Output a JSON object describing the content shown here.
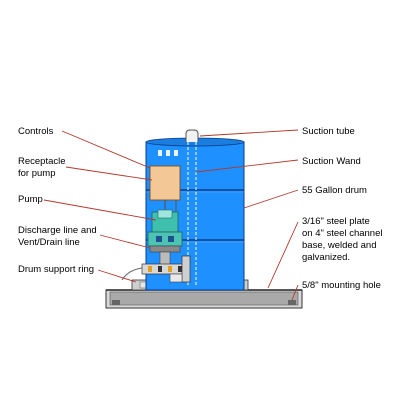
{
  "labels": {
    "controls": "Controls",
    "receptacle_line1": "Receptacle",
    "receptacle_line2": "for pump",
    "pump": "Pump",
    "discharge_line1": "Discharge line and",
    "discharge_line2": "Vent/Drain line",
    "drum_support_ring": "Drum support ring",
    "suction_tube": "Suction tube",
    "suction_wand": "Suction Wand",
    "drum": "55 Gallon drum",
    "plate_line1": "3/16\" steel plate",
    "plate_line2": "on 4\" steel channel",
    "plate_line3": "base, welded and",
    "plate_line4": "galvanized.",
    "mounting_hole": "5/8\" mounting hole"
  },
  "colors": {
    "drum_blue": "#1e90ff",
    "drum_outline": "#0a3c8c",
    "receptacle_tan": "#f4c896",
    "pump_teal": "#3fbfae",
    "leader_line": "#b03a2e",
    "base_gray": "#9a9a9a"
  }
}
